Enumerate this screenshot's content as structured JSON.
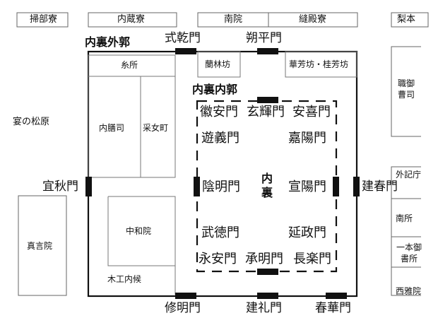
{
  "top_buildings": [
    "掃部寮",
    "内蔵寮",
    "南院",
    "縫殿寮",
    "梨本"
  ],
  "outer": {
    "title": "内裏外郭",
    "gates": {
      "north_left": "式乾門",
      "north_right": "朔平門",
      "west": "宜秋門",
      "east": "建春門",
      "south_left": "修明門",
      "south_center": "建礼門",
      "south_right": "春華門"
    },
    "buildings": {
      "shisho": "糸所",
      "ranrinbo": "蘭林坊",
      "kahobo": "華芳坊・桂芳坊",
      "naizenshi": "内膳司",
      "uneme": "采女町",
      "chuwain": "中和院",
      "mokko": "木工内候"
    }
  },
  "inner": {
    "title": "内裏内郭",
    "center": "内裏",
    "gates": {
      "n1": "徽安門",
      "n2": "玄輝門",
      "n3": "安喜門",
      "w1": "遊義門",
      "w2": "陰明門",
      "w3": "武徳門",
      "e1": "嘉陽門",
      "e2": "宣陽門",
      "e3": "延政門",
      "s1": "永安門",
      "s2": "承明門",
      "s3": "長楽門"
    }
  },
  "west_side": {
    "matsubara": "宴の松原",
    "shingon": "真言院"
  },
  "east_side": {
    "shikishi": "職御曹司",
    "gekicho": "外記庁",
    "nansho": "南所",
    "goshodokoro": "一本御書所",
    "sagain": "西雅院"
  }
}
